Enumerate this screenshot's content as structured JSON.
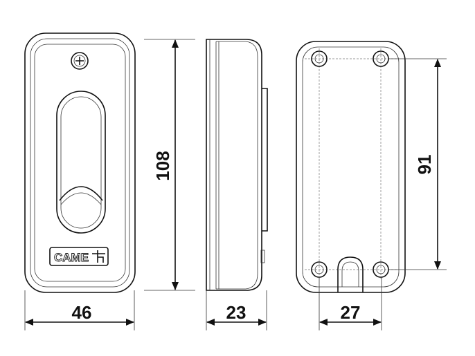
{
  "dimensions": {
    "height_front": "108",
    "width_front": "46",
    "depth_side": "23",
    "hole_spacing_width": "27",
    "hole_spacing_height": "91"
  },
  "logo": {
    "brand": "CAME"
  }
}
